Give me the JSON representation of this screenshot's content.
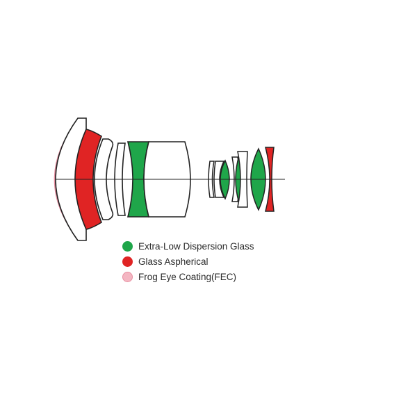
{
  "colors": {
    "ed_glass": "#1fa64a",
    "aspherical": "#e02424",
    "fec": "#f4b6c2",
    "fec_stroke": "#e78fa1",
    "outline": "#222222"
  },
  "legend": {
    "items": [
      {
        "key": "ed_glass",
        "label": "Extra-Low Dispersion Glass"
      },
      {
        "key": "aspherical",
        "label": "Glass Aspherical"
      },
      {
        "key": "fec",
        "label": "Frog Eye Coating(FEC)"
      }
    ]
  }
}
